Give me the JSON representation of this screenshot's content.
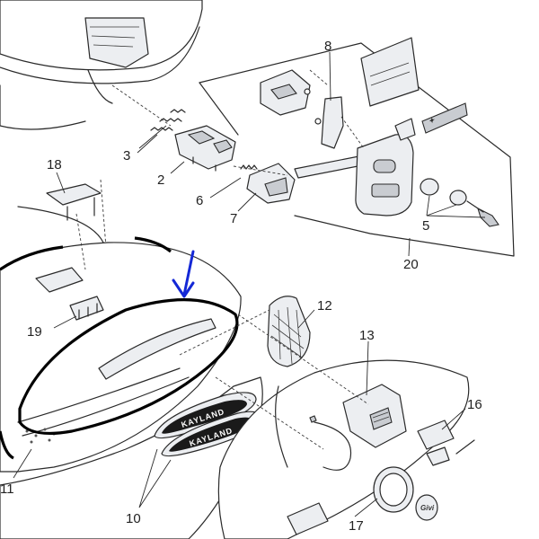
{
  "callouts": {
    "c2": "2",
    "c3": "3",
    "c5": "5",
    "c6": "6",
    "c7": "7",
    "c8": "8",
    "c10": "10",
    "c11": "11",
    "c12": "12",
    "c13": "13",
    "c16": "16",
    "c17": "17",
    "c18": "18",
    "c19": "19",
    "c20": "20"
  },
  "badges": {
    "reflector_upper": "KAYLAND",
    "reflector_lower": "KAYLAND",
    "round_logo": "Givi"
  },
  "colors": {
    "line": "#2a2a2a",
    "part_fill": "#eceef1",
    "highlight": "#000000",
    "arrow": "#1428d6"
  }
}
